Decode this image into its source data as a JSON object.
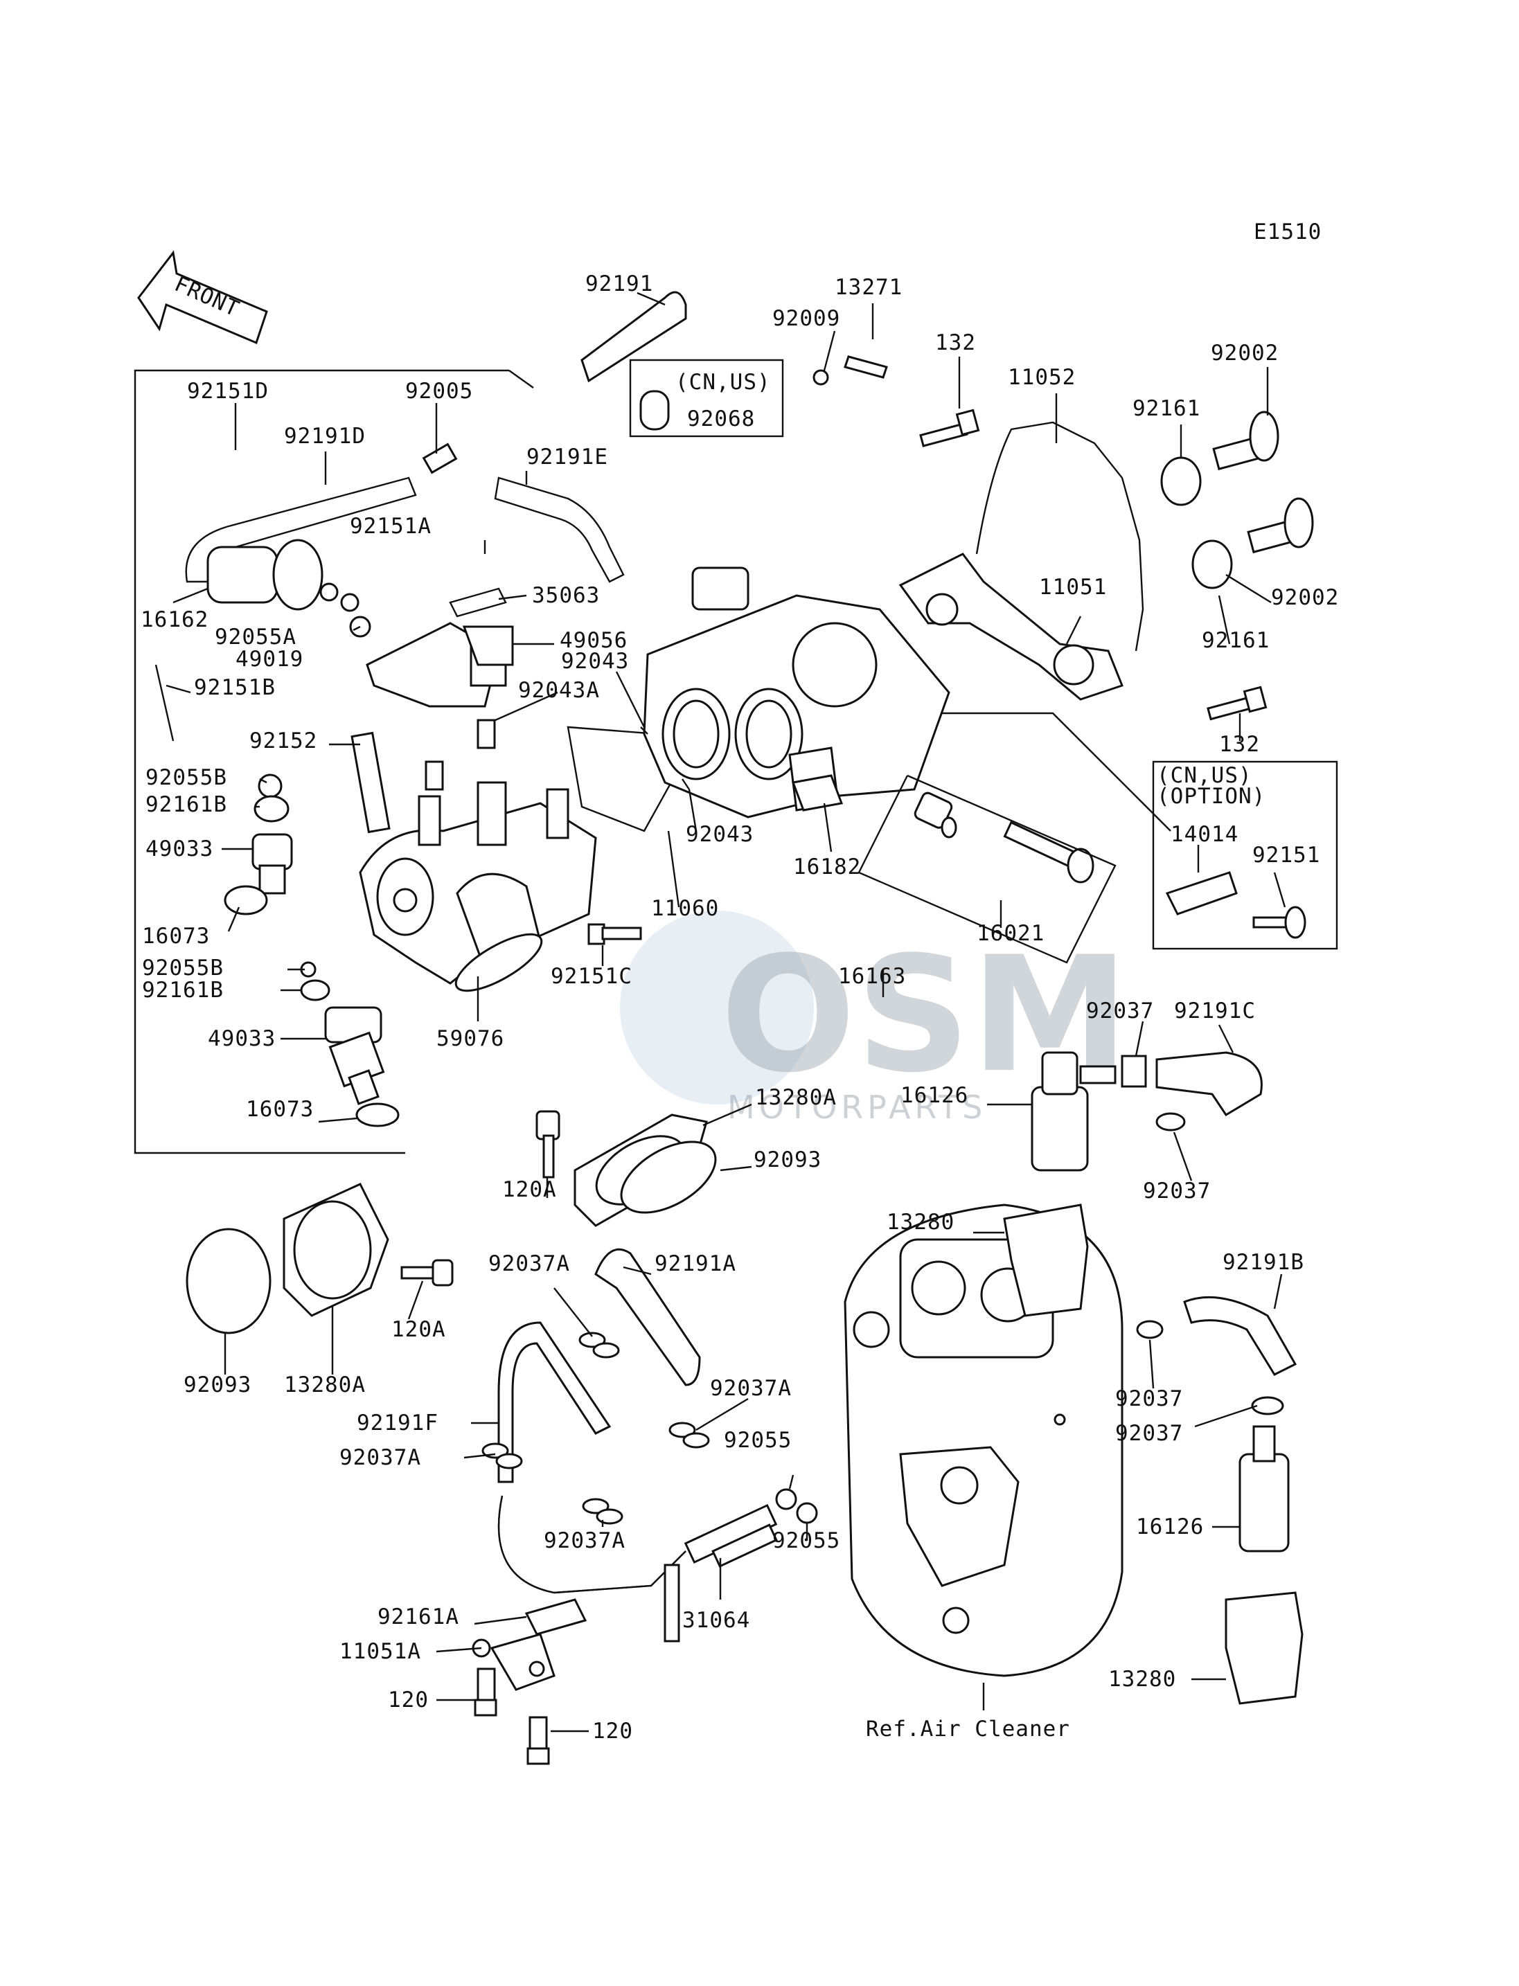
{
  "diagram_code": "E1510",
  "front_label": "FRONT",
  "watermark": {
    "logo": "OSM",
    "subtitle": "MOTORPARTS"
  },
  "notes": {
    "cn_us": "(CN,US)",
    "cn_us_option_1": "(CN,US)",
    "cn_us_option_2": "(OPTION)",
    "ref_air_cleaner": "Ref.Air Cleaner"
  },
  "callouts": [
    "92191",
    "13271",
    "92009",
    "132",
    "11052",
    "92002",
    "92161",
    "92151D",
    "92005",
    "92068",
    "92191D",
    "92191E",
    "92151A",
    "35063",
    "16162",
    "92055A",
    "49019",
    "49056",
    "92043",
    "92043A",
    "11051",
    "92002",
    "92161",
    "92151B",
    "92152",
    "132",
    "92055B",
    "92161B",
    "49033",
    "92043",
    "16182",
    "14014",
    "92151",
    "16073",
    "11060",
    "16021",
    "92055B",
    "92161B",
    "92151C",
    "16163",
    "49033",
    "59076",
    "92037",
    "92191C",
    "16126",
    "16073",
    "13280A",
    "92093",
    "120A",
    "92037",
    "13280",
    "92191B",
    "92037A",
    "92191A",
    "120A",
    "92093",
    "13280A",
    "92037A",
    "92037",
    "92191F",
    "92055",
    "92037",
    "92037A",
    "16126",
    "92037A",
    "92055",
    "92161A",
    "31064",
    "11051A",
    "13280",
    "120",
    "120"
  ]
}
